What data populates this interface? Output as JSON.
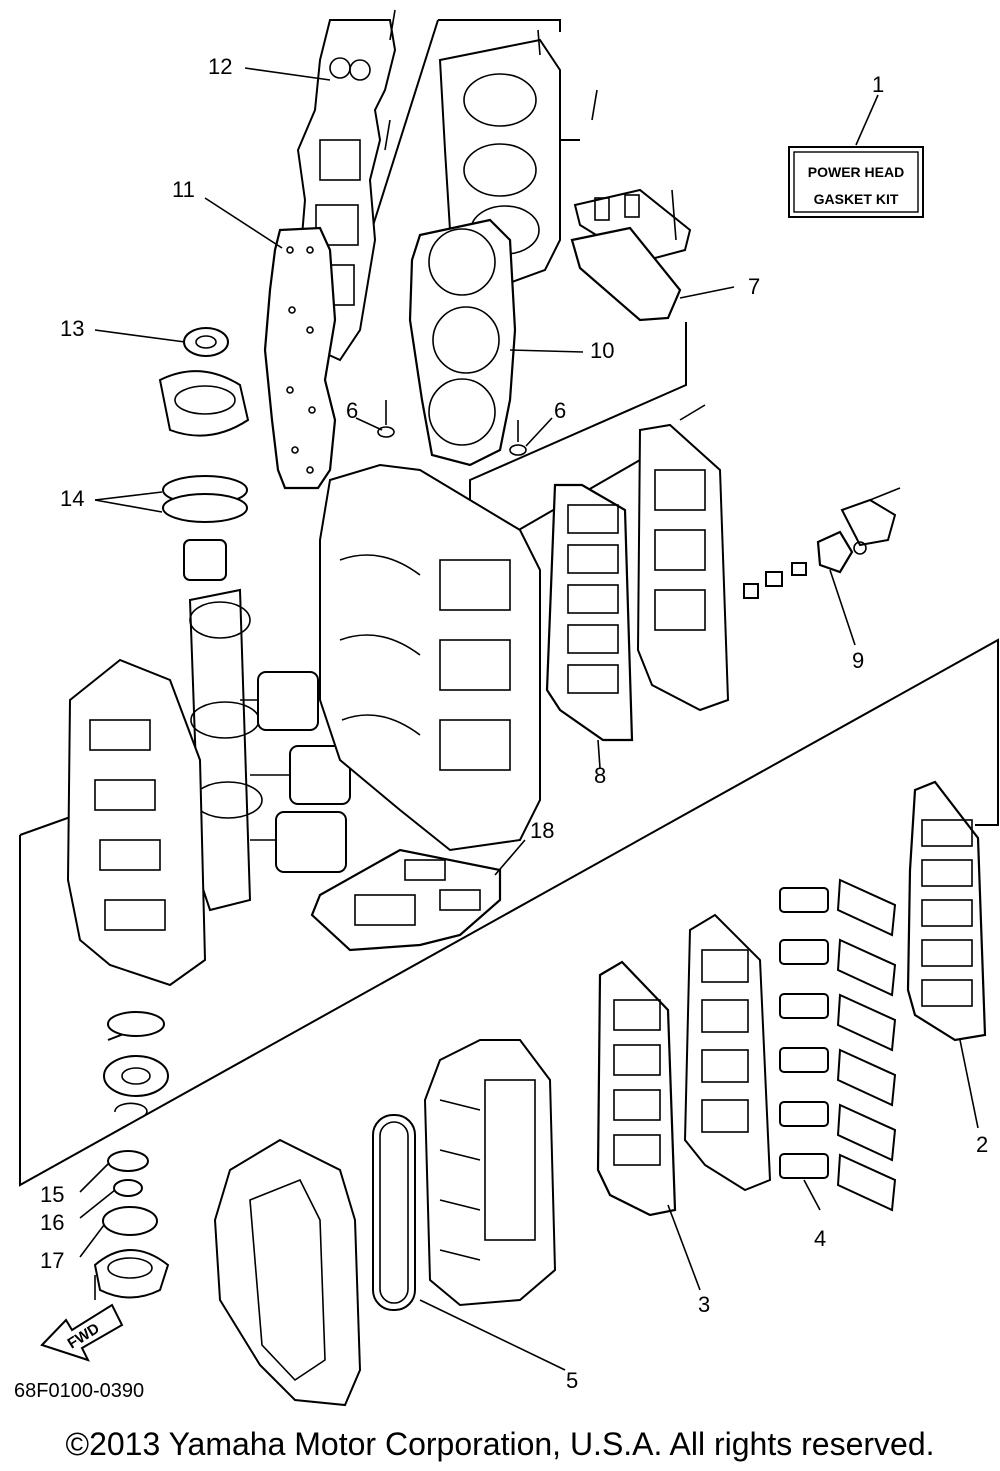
{
  "kit_box": {
    "line1": "POWER HEAD",
    "line2": "GASKET KIT"
  },
  "fwd_label": "FWD",
  "drawing_code": "68F0100-0390",
  "copyright": "©2013 Yamaha Motor Corporation, U.S.A. All rights reserved.",
  "callouts": {
    "c1": "1",
    "c2": "2",
    "c3": "3",
    "c4": "4",
    "c5": "5",
    "c6a": "6",
    "c6b": "6",
    "c7": "7",
    "c8": "8",
    "c9": "9",
    "c10": "10",
    "c11": "11",
    "c12": "12",
    "c13": "13",
    "c14": "14",
    "c15": "15",
    "c16": "16",
    "c17": "17",
    "c18": "18"
  }
}
